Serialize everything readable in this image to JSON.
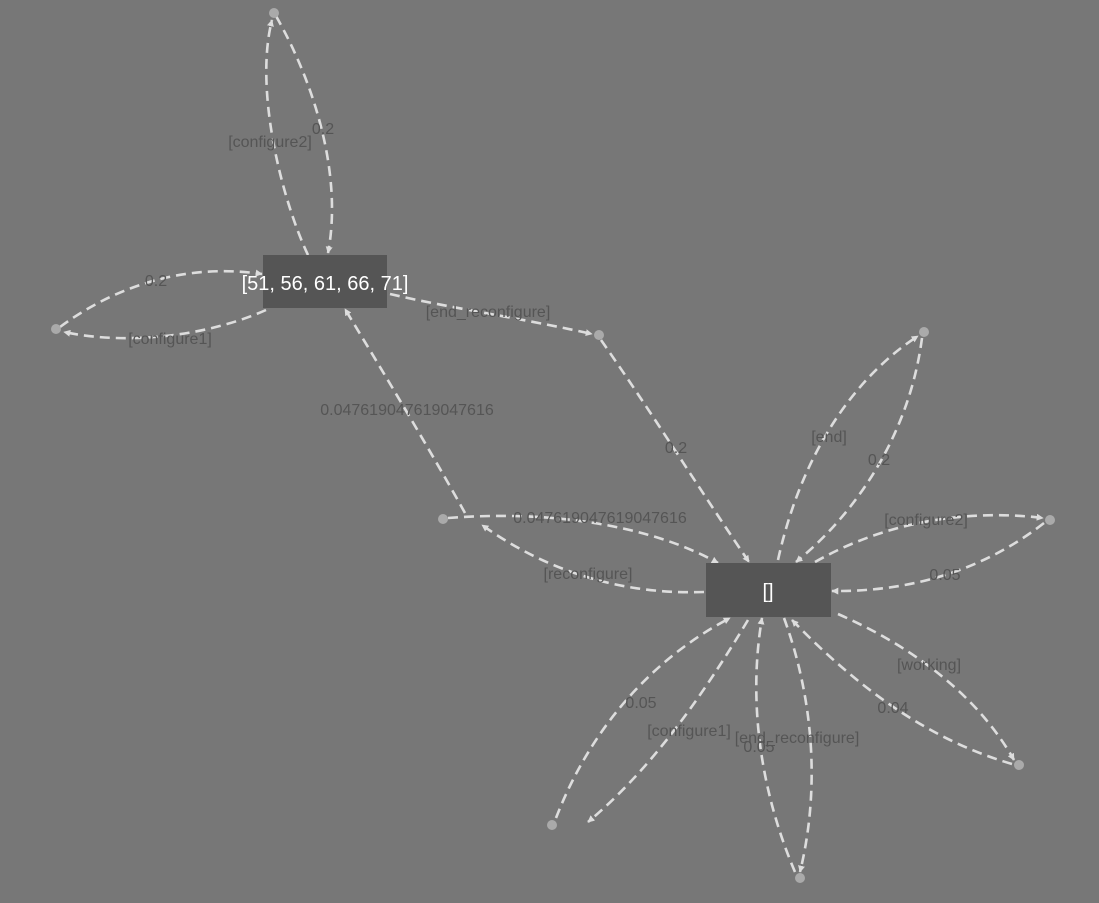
{
  "nodes": {
    "state_a": "[51, 56, 61, 66, 71]",
    "state_b": "[]"
  },
  "labels": {
    "a_loop_top_action": "[configure2]",
    "a_loop_top_prob": "0.2",
    "a_loop_left_prob": "0.2",
    "a_loop_left_action": "[configure1]",
    "a_to_b_action": "[end_reconfigure]",
    "a_to_b_prob": "0.2",
    "b_to_a_prob_1": "0.047619047619047616",
    "b_to_a_prob_2": "0.047619047619047616",
    "b_to_a_action": "[reconfigure]",
    "b_end_action": "[end]",
    "b_end_prob": "0.2",
    "b_configure2_action": "[configure2]",
    "b_configure2_prob": "0.05",
    "b_working_action": "[working]",
    "b_working_prob": "0.04",
    "b_end_reconfigure_action": "[end_reconfigure]",
    "b_end_reconfigure_prob": "0.05",
    "b_configure1_action": "[configure1]",
    "b_configure1_prob": "0.05"
  },
  "colors": {
    "background": "#777777",
    "node_fill": "#555555",
    "edge": "#dddddd",
    "dot": "#aaaaaa",
    "label_text": "#555555"
  }
}
